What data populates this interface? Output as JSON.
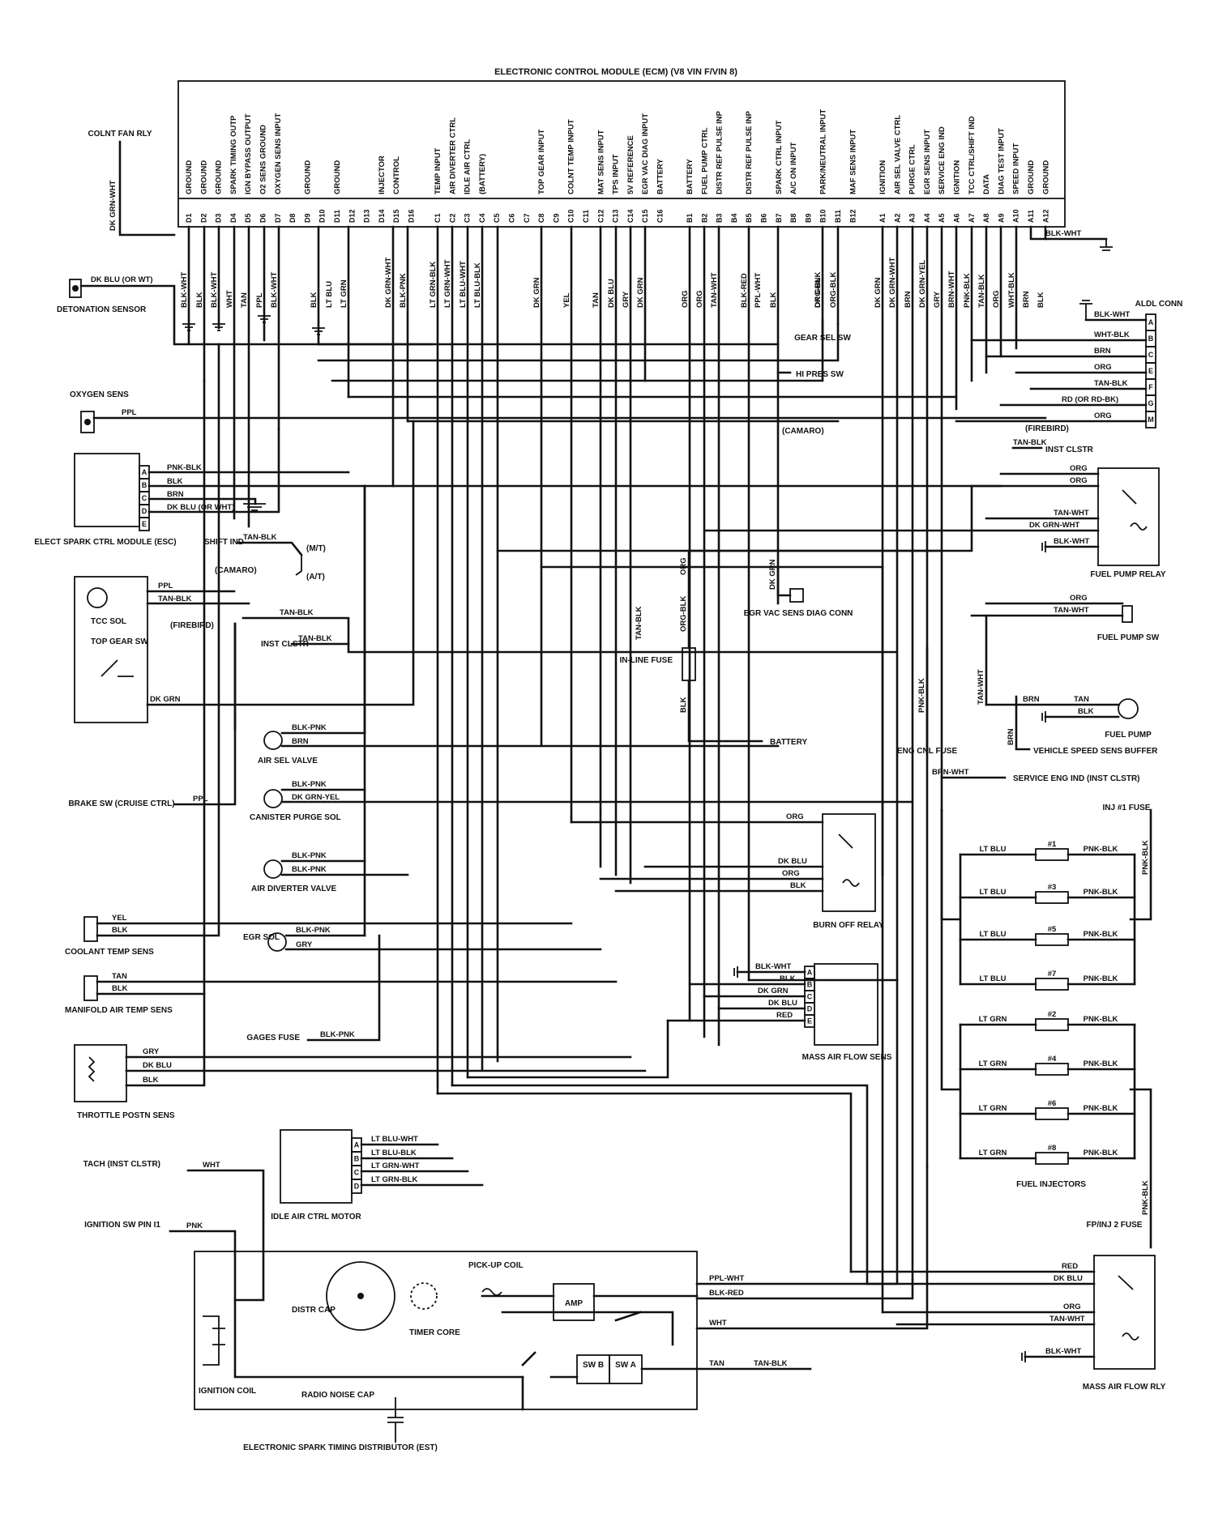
{
  "title": "ELECTRONIC CONTROL MODULE (ECM) (V8 VIN F/VIN 8)",
  "ecm": {
    "pins_d": [
      "D1",
      "D2",
      "D3",
      "D4",
      "D5",
      "D6",
      "D7",
      "D8",
      "D9",
      "D10",
      "D11",
      "D12",
      "D13",
      "D14",
      "D15",
      "D16"
    ],
    "signals_d": [
      "GROUND",
      "GROUND",
      "GROUND",
      "SPARK TIMING OUTP",
      "IGN BYPASS OUTPUT",
      "O2 SENS GROUND",
      "OXYGEN SENS INPUT",
      "",
      "GROUND",
      "",
      "GROUND",
      "",
      "",
      "INJECTOR",
      "CONTROL",
      ""
    ],
    "pins_c": [
      "C1",
      "C2",
      "C3",
      "C4",
      "C5",
      "C6",
      "C7",
      "C8",
      "C9",
      "C10",
      "C11",
      "C12",
      "C13",
      "C14",
      "C15",
      "C16"
    ],
    "signals_c": [
      "TEMP INPUT",
      "AIR DIVERTER CTRL",
      "IDLE AIR CTRL",
      "(BATTERY)",
      "",
      "",
      "",
      "TOP GEAR INPUT",
      "",
      "COLNT TEMP INPUT",
      "",
      "MAT SENS INPUT",
      "TPS INPUT",
      "5V REFERENCE",
      "EGR VAC DIAG INPUT",
      "BATTERY"
    ],
    "pins_b": [
      "B1",
      "B2",
      "B3",
      "B4",
      "B5",
      "B6",
      "B7",
      "B8",
      "B9",
      "B10",
      "B11",
      "B12"
    ],
    "signals_b": [
      "BATTERY",
      "FUEL PUMP CTRL",
      "DISTR REF PULSE INP",
      "",
      "DISTR REF PULSE INP",
      "",
      "SPARK CTRL INPUT",
      "A/C ON INPUT",
      "",
      "PARK/NEUTRAL INPUT",
      "",
      "MAF SENS INPUT"
    ],
    "pins_a": [
      "A1",
      "A2",
      "A3",
      "A4",
      "A5",
      "A6",
      "A7",
      "A8",
      "A9",
      "A10",
      "A11",
      "A12"
    ],
    "signals_a": [
      "IGNITION",
      "AIR SEL VALVE CTRL",
      "PURGE CTRL",
      "EGR SENS INPUT",
      "SERVICE ENG IND",
      "IGNITION",
      "TCC CTRL/SHIFT IND",
      "DATA",
      "DIAG TEST INPUT",
      "SPEED INPUT",
      "GROUND",
      "GROUND"
    ]
  },
  "ecm_wires": [
    "BLK-WHT",
    "BLK",
    "BLK-WHT",
    "WHT",
    "TAN",
    "PPL",
    "BLK-WHT",
    "BLK",
    "LT BLU",
    "LT GRN",
    "DK GRN-WHT",
    "BLK-PNK",
    "LT GRN-BLK",
    "LT GRN-WHT",
    "LT BLU-WHT",
    "LT BLU-BLK",
    "DK GRN",
    "YEL",
    "TAN",
    "DK BLU",
    "GRY",
    "DK GRN",
    "ORG",
    "ORG",
    "TAN-WHT",
    "BLK-RED",
    "PPL-WHT",
    "BLK",
    "DK GRN",
    "ORG-BLK",
    "DK GRN",
    "DK GRN-WHT",
    "BRN",
    "DK GRN-YEL",
    "GRY",
    "BRN-WHT",
    "PNK-BLK",
    "TAN-BLK",
    "ORG",
    "WHT-BLK",
    "BRN",
    "BLK"
  ],
  "components": {
    "colnt_fan_rly": "COLNT FAN RLY",
    "detonation_sensor": "DETONATION SENSOR",
    "oxygen_sens": "OXYGEN SENS",
    "esc_module": "ELECT SPARK CTRL MODULE (ESC)",
    "shift_ind": "SHIFT IND",
    "tcc_sol": "TCC SOL",
    "top_gear_sw": "TOP GEAR SW",
    "inst_clstr": "INST CLSTR",
    "brake_sw": "BRAKE SW (CRUISE CTRL)",
    "air_sel_valve": "AIR SEL VALVE",
    "canister_purge_sol": "CANISTER PURGE SOL",
    "air_diverter_valve": "AIR DIVERTER VALVE",
    "egr_sol": "EGR SOL",
    "coolant_temp_sens": "COOLANT TEMP SENS",
    "manifold_air_temp_sens": "MANIFOLD AIR TEMP SENS",
    "gages_fuse": "GAGES FUSE",
    "throttle_postn_sens": "THROTTLE POSTN SENS",
    "idle_air_ctrl_motor": "IDLE AIR CTRL MOTOR",
    "tach": "TACH (INST CLSTR)",
    "ignition_sw": "IGNITION SW PIN I1",
    "distributor": "ELECTRONIC SPARK TIMING DISTRIBUTOR (EST)",
    "distr_cap": "DISTR CAP",
    "timer_core": "TIMER CORE",
    "pickup_coil": "PICK-UP COIL",
    "amp": "AMP",
    "ignition_coil": "IGNITION COIL",
    "radio_noise_cap": "RADIO NOISE CAP",
    "sw_b": "SW B",
    "sw_a": "SW A",
    "gear_sel_sw": "GEAR SEL SW",
    "hi_pres_sw": "HI PRES SW",
    "camaro": "(CAMARO)",
    "firebird": "(FIREBIRD)",
    "m_t": "(M/T)",
    "a_t": "(A/T)",
    "aldl_conn": "ALDL CONN",
    "fuel_pump_relay": "FUEL PUMP RELAY",
    "fuel_pump_sw": "FUEL PUMP SW",
    "fuel_pump": "FUEL PUMP",
    "egr_vac_diag_conn": "EGR VAC SENS DIAG CONN",
    "in_line_fuse": "IN-LINE FUSE",
    "battery": "BATTERY",
    "eng_cnl_fuse": "ENG CNL FUSE",
    "vehicle_speed_buffer": "VEHICLE SPEED SENS BUFFER",
    "service_eng_ind": "SERVICE ENG IND (INST CLSTR)",
    "burn_off_relay": "BURN OFF RELAY",
    "mass_air_flow_sens": "MASS AIR FLOW SENS",
    "inj_fuse": "INJ #1 FUSE",
    "fuel_injectors": "FUEL INJECTORS",
    "fp_inj2_fuse": "FP/INJ 2 FUSE",
    "mass_air_flow_rly": "MASS AIR FLOW RLY"
  },
  "connector_letters": {
    "esc": [
      "A",
      "B",
      "C",
      "D",
      "E"
    ],
    "aldl": [
      "A",
      "B",
      "C",
      "E",
      "F",
      "G",
      "M"
    ],
    "maf": [
      "A",
      "B",
      "C",
      "D",
      "E"
    ],
    "iac": [
      "A",
      "B",
      "C",
      "D"
    ]
  },
  "wires": {
    "colnt_fan": "DK GRN-WHT",
    "det": "DK BLU (OR WT)",
    "oxy": "PPL",
    "esc": [
      "PNK-BLK",
      "BLK",
      "BRN",
      "DK BLU (OR WHT)"
    ],
    "shift": "TAN-BLK",
    "tcc": [
      "PPL",
      "TAN-BLK"
    ],
    "tcc_out": "TAN-BLK",
    "inst_clstr": "TAN-BLK",
    "top_gear": "DK GRN",
    "brake": "PPL",
    "air_sel": [
      "BLK-PNK",
      "BRN"
    ],
    "purge": [
      "BLK-PNK",
      "DK GRN-YEL"
    ],
    "diverter": [
      "BLK-PNK",
      "BLK-PNK"
    ],
    "egr": [
      "BLK-PNK",
      "GRY"
    ],
    "coolant": [
      "YEL",
      "BLK"
    ],
    "mat": [
      "TAN",
      "BLK"
    ],
    "gages": "BLK-PNK",
    "tps": [
      "GRY",
      "DK BLU",
      "BLK"
    ],
    "iac": [
      "LT BLU-WHT",
      "LT BLU-BLK",
      "LT GRN-WHT",
      "LT GRN-BLK"
    ],
    "tach": "WHT",
    "ign": "PNK",
    "dist": [
      "PPL-WHT",
      "BLK-RED",
      "WHT",
      "TAN",
      "TAN-BLK"
    ],
    "ground": "BLK-WHT",
    "aldl": [
      "BLK-WHT",
      "WHT-BLK",
      "BRN",
      "ORG",
      "TAN-BLK",
      "RD (OR RD-BK)",
      "ORG"
    ],
    "tan_blk_inst": "TAN-BLK",
    "relay": [
      "ORG",
      "ORG",
      "TAN-WHT",
      "DK GRN-WHT",
      "BLK-WHT"
    ],
    "fpsw": [
      "ORG",
      "TAN-WHT"
    ],
    "pump": [
      "BRN",
      "TAN",
      "BLK"
    ],
    "gear_sel": "ORG-BLK",
    "egrdiag": "DK GRN",
    "orgblk": "ORG-BLK",
    "org": "ORG",
    "tanblk_v": "TAN-BLK",
    "blk_v": "BLK",
    "pnkblk_v": "PNK-BLK",
    "tanwht_v": "TAN-WHT",
    "brn_v": "BRN",
    "brnwht": "BRN-WHT",
    "burn": [
      "ORG",
      "DK BLU",
      "ORG",
      "BLK"
    ],
    "maf": [
      "BLK-WHT",
      "BLK",
      "DK GRN",
      "DK BLU",
      "RED"
    ],
    "inj_blu": [
      "LT BLU",
      "LT BLU",
      "LT BLU",
      "LT BLU"
    ],
    "inj_grn": [
      "LT GRN",
      "LT GRN",
      "LT GRN",
      "LT GRN"
    ],
    "inj_pnk": "PNK-BLK",
    "injfuse": "PNK-BLK",
    "mafrly": [
      "RED",
      "DK BLU",
      "ORG",
      "TAN-WHT",
      "BLK-WHT"
    ]
  },
  "injectors": [
    "#1",
    "#3",
    "#5",
    "#7",
    "#2",
    "#4",
    "#6",
    "#8"
  ]
}
